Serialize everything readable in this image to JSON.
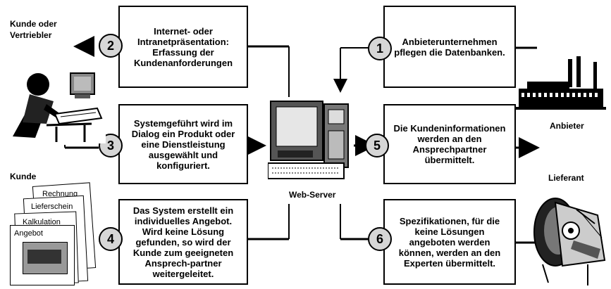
{
  "boxes": {
    "b2": "Internet- oder Intranetpräsentation: Erfassung der Kundenanforderungen",
    "b1": "Anbieterunternehmen pflegen die Datenbanken.",
    "b3": "Systemgeführt wird im Dialog ein Produkt oder eine Dienstleistung ausgewählt und konfiguriert.",
    "b5": "Die Kundeninformationen werden an den Ansprechpartner übermittelt.",
    "b4": "Das System erstellt ein individuelles Angebot. Wird keine Lösung gefunden, so wird der Kunde zum geeigneten Ansprech-partner weitergeleitet.",
    "b6": "Spezifikationen, für die keine Lösungen angeboten werden können, werden an den Experten übermittelt."
  },
  "numbers": {
    "n1": "1",
    "n2": "2",
    "n3": "3",
    "n4": "4",
    "n5": "5",
    "n6": "6"
  },
  "labels": {
    "kunde_vertriebler": "Kunde oder Vertriebler",
    "kunde": "Kunde",
    "web_server": "Web-Server",
    "anbieter": "Anbieter",
    "lieferant": "Lieferant"
  },
  "documents": {
    "rechnung": "Rechnung",
    "lieferschein": "Lieferschein",
    "kalkulation": "Kalkulation",
    "angebot": "Angebot"
  }
}
